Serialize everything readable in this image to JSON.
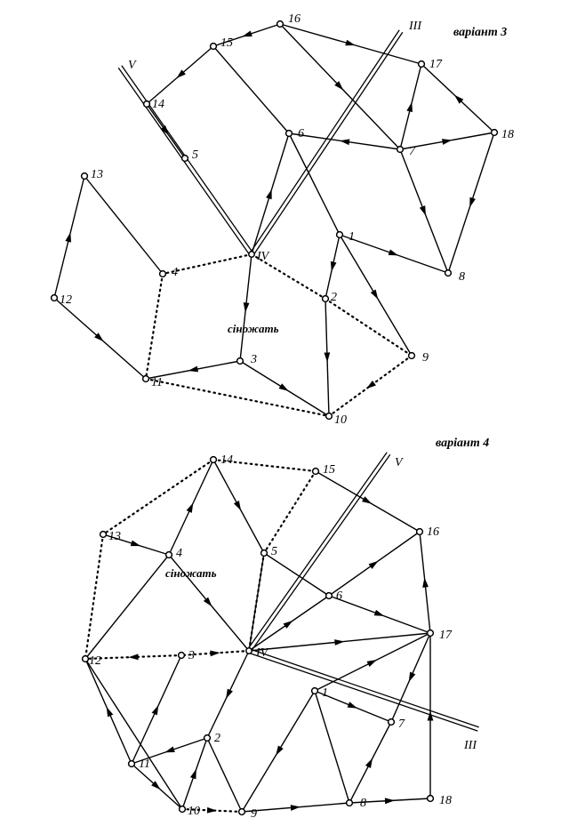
{
  "diagrams": [
    {
      "title": "варіант 3",
      "area_label": "сіножать",
      "station_label": "IV",
      "lines": [
        {
          "id": "V",
          "label": "V"
        },
        {
          "id": "III",
          "label": "III"
        }
      ],
      "points": [
        {
          "id": "1",
          "label": "1"
        },
        {
          "id": "2",
          "label": "2"
        },
        {
          "id": "3",
          "label": "3"
        },
        {
          "id": "4",
          "label": "4"
        },
        {
          "id": "5",
          "label": "5"
        },
        {
          "id": "6",
          "label": "6"
        },
        {
          "id": "7",
          "label": "7"
        },
        {
          "id": "8",
          "label": "8"
        },
        {
          "id": "9",
          "label": "9"
        },
        {
          "id": "10",
          "label": "10"
        },
        {
          "id": "11",
          "label": "11"
        },
        {
          "id": "12",
          "label": "12"
        },
        {
          "id": "13",
          "label": "13"
        },
        {
          "id": "14",
          "label": "14"
        },
        {
          "id": "15",
          "label": "15"
        },
        {
          "id": "16",
          "label": "16"
        },
        {
          "id": "17",
          "label": "17"
        },
        {
          "id": "18",
          "label": "18"
        }
      ]
    },
    {
      "title": "варіант 4",
      "area_label": "сіножать",
      "station_label": "IV",
      "lines": [
        {
          "id": "V",
          "label": "V"
        },
        {
          "id": "III",
          "label": "III"
        }
      ],
      "points": [
        {
          "id": "1",
          "label": "1"
        },
        {
          "id": "2",
          "label": "2"
        },
        {
          "id": "3",
          "label": "3"
        },
        {
          "id": "4",
          "label": "4"
        },
        {
          "id": "5",
          "label": "5"
        },
        {
          "id": "6",
          "label": "6"
        },
        {
          "id": "7",
          "label": "7"
        },
        {
          "id": "8",
          "label": "8"
        },
        {
          "id": "9",
          "label": "9"
        },
        {
          "id": "10",
          "label": "10"
        },
        {
          "id": "11",
          "label": "11"
        },
        {
          "id": "12",
          "label": "12"
        },
        {
          "id": "13",
          "label": "13"
        },
        {
          "id": "14",
          "label": "14"
        },
        {
          "id": "15",
          "label": "15"
        },
        {
          "id": "16",
          "label": "16"
        },
        {
          "id": "17",
          "label": "17"
        },
        {
          "id": "18",
          "label": "18"
        }
      ]
    }
  ]
}
